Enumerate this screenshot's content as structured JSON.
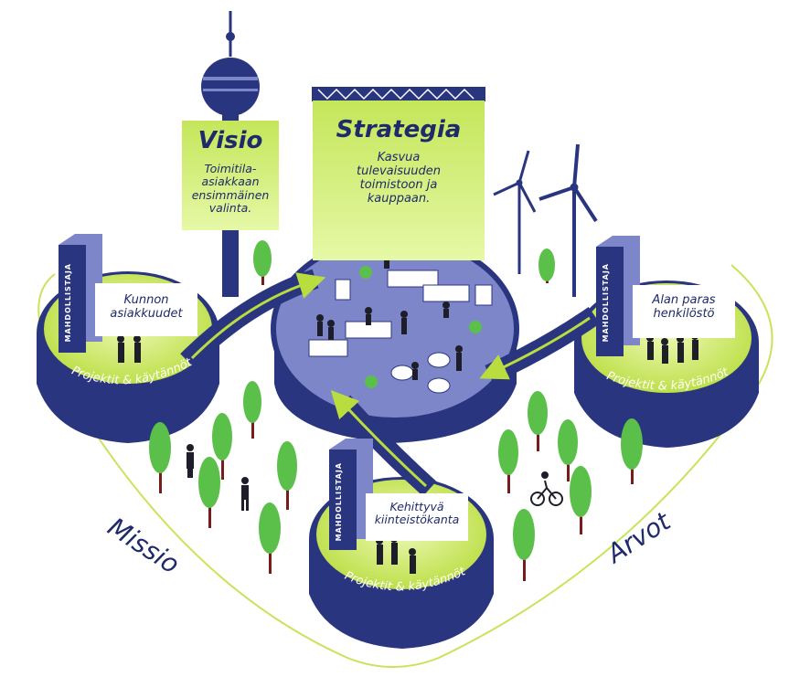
{
  "colors": {
    "navy": "#2a3580",
    "navy_dark": "#1c2566",
    "platform_top": "#7d86c9",
    "lime": "#b9dd3f",
    "lime_light": "#e2f59a",
    "lime_outline": "#c7e45a",
    "tree_green": "#5bc049",
    "tree_trunk": "#7a1c1c",
    "person": "#1e1e2a"
  },
  "vision": {
    "title": "Visio",
    "text_lines": [
      "Toimitila-",
      "asiakkaan",
      "ensimmäinen",
      "valinta."
    ]
  },
  "strategy": {
    "title": "Strategia",
    "text_lines": [
      "Kasvua",
      "tulevaisuuden",
      "toimistoon ja",
      "kauppaan."
    ]
  },
  "platforms": {
    "left": {
      "card_lines": [
        "Kunnon",
        "asiakkuudet"
      ],
      "tower_text": "MAHDOLLISTAJA",
      "ring_text": "Projektit & käytännöt"
    },
    "right": {
      "card_lines": [
        "Alan paras",
        "henkilöstö"
      ],
      "tower_text": "MAHDOLLISTAJA",
      "ring_text": "Projektit & käytännöt"
    },
    "bottom": {
      "card_lines": [
        "Kehittyvä",
        "kiinteistökanta"
      ],
      "tower_text": "MAHDOLLISTAJA",
      "ring_text": "Projektit & käytännöt"
    }
  },
  "edges": {
    "left_label": "Missio",
    "right_label": "Arvot"
  },
  "icons": {
    "tv_tower": "tv-tower-icon",
    "wind_turbine": "wind-turbine-icon",
    "tree": "tree-icon",
    "person": "person-icon",
    "cyclist": "cyclist-icon",
    "desk": "desk-icon",
    "plant": "potted-plant-icon",
    "arrow": "arrow-icon"
  }
}
